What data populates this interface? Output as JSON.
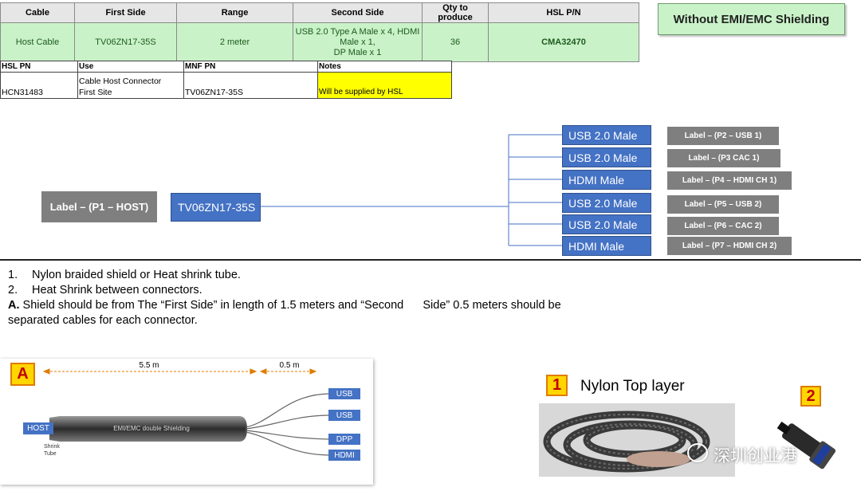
{
  "table_main": {
    "headers": [
      "Cable",
      "First Side",
      "Range",
      "Second Side",
      "Qty to produce",
      "HSL P/N"
    ],
    "row": {
      "cable": "Host Cable",
      "first_side": "TV06ZN17-35S",
      "range": "2 meter",
      "second_side_line1": "USB 2.0 Type A Male x 4, HDMI",
      "second_side_line2": "Male x 1,",
      "second_side_line3": "DP Male x 1",
      "qty": "36",
      "hsl_pn": "CMA32470"
    }
  },
  "table_parts": {
    "headers": [
      "HSL PN",
      "Use",
      "MNF PN",
      "Notes"
    ],
    "row": {
      "hsl_pn": "HCN31483",
      "use_line1": "Cable Host Connector",
      "use_line2": "First Site",
      "mnf_pn": "TV06ZN17-35S",
      "notes": "Will be supplied by HSL"
    }
  },
  "shielding_banner": "Without EMI/EMC Shielding",
  "wiring": {
    "host_label": "Label – (P1 – HOST)",
    "host_connector": "TV06ZN17-35S",
    "connectors": [
      {
        "name": "USB 2.0 Male",
        "label": "Label – (P2 – USB 1)"
      },
      {
        "name": "USB 2.0 Male",
        "label": "Label – (P3 CAC 1)"
      },
      {
        "name": "HDMI Male",
        "label": "Label – (P4 – HDMI CH 1)"
      },
      {
        "name": "USB 2.0 Male",
        "label": "Label – (P5 – USB 2)"
      },
      {
        "name": "USB 2.0 Male",
        "label": "Label – (P6 – CAC 2)"
      },
      {
        "name": "HDMI Male",
        "label": "Label – (P7 – HDMI CH 2)"
      }
    ]
  },
  "notes": {
    "item1_num": "1.",
    "item1": "Nylon braided shield or Heat shrink tube.",
    "item2_num": "2.",
    "item2": "Heat Shrink between connectors.",
    "itemA_key": "A.",
    "itemA_line1": "Shield should be from The “First Side” in length of 1.5 meters and “Second      Side” 0.5 meters should be",
    "itemA_line2": "separated cables for each connector."
  },
  "diagram_a": {
    "tag": "A",
    "len_main": "5.5 m",
    "len_split": "0.5 m",
    "host": "HOST",
    "shield_text": "EMI/EMC double Shielding",
    "shrink_line1": "Shrink",
    "shrink_line2": "Tube",
    "outputs": [
      "USB",
      "USB",
      "DPP",
      "HDMI"
    ]
  },
  "photo1": {
    "tag": "1",
    "caption": "Nylon Top layer"
  },
  "photo2": {
    "tag": "2"
  },
  "watermark": "深圳创业港",
  "colors": {
    "table_green": "#c9f2c8",
    "connector_blue": "#4472c4",
    "label_grey": "#7f7f7f",
    "notes_yellow": "#ffff00",
    "tag_yellow": "#ffd600"
  }
}
